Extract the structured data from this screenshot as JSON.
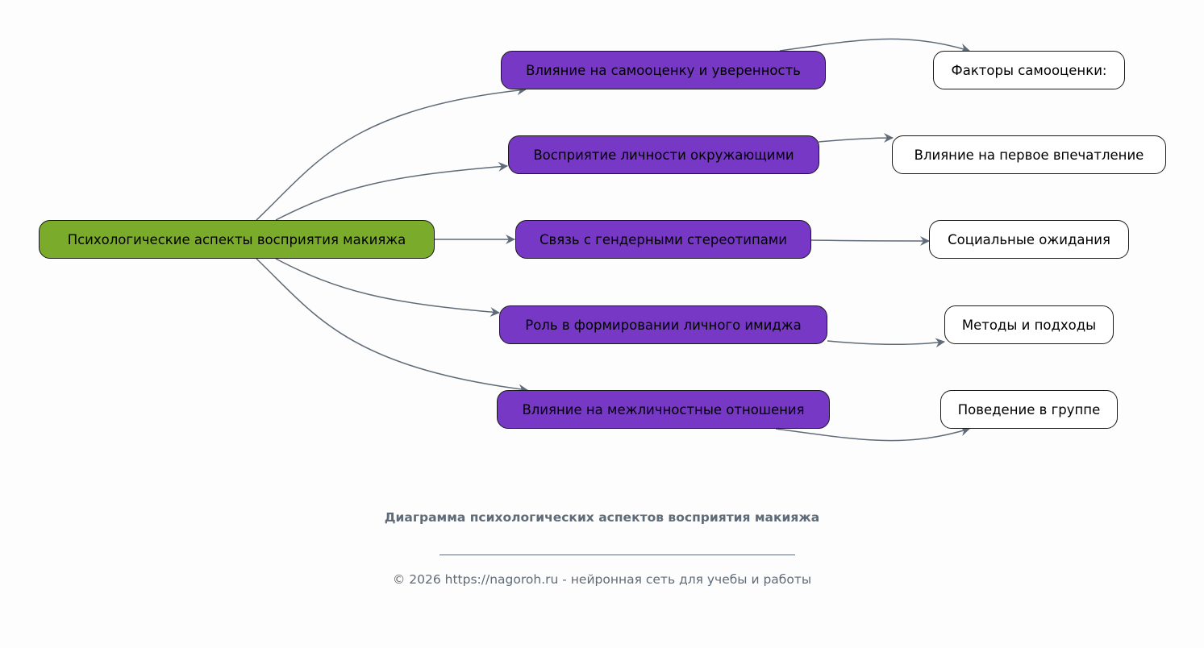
{
  "diagram": {
    "root": {
      "id": "root",
      "label": "Психологические аспекты восприятия макияжа"
    },
    "branches": [
      {
        "id": "b1",
        "label": "Влияние на самооценку и уверенность",
        "child": {
          "id": "l1",
          "label": "Факторы самооценки:"
        }
      },
      {
        "id": "b2",
        "label": "Восприятие личности окружающими",
        "child": {
          "id": "l2",
          "label": "Влияние на первое впечатление"
        }
      },
      {
        "id": "b3",
        "label": "Связь с гендерными стереотипами",
        "child": {
          "id": "l3",
          "label": "Социальные ожидания"
        }
      },
      {
        "id": "b4",
        "label": "Роль в формировании личного имиджа",
        "child": {
          "id": "l4",
          "label": "Методы и подходы"
        }
      },
      {
        "id": "b5",
        "label": "Влияние на межличностные отношения",
        "child": {
          "id": "l5",
          "label": "Поведение в группе"
        }
      }
    ],
    "edges": [
      {
        "from": "root",
        "to": "b1"
      },
      {
        "from": "root",
        "to": "b2"
      },
      {
        "from": "root",
        "to": "b3"
      },
      {
        "from": "root",
        "to": "b4"
      },
      {
        "from": "root",
        "to": "b5"
      },
      {
        "from": "b1",
        "to": "l1"
      },
      {
        "from": "b2",
        "to": "l2"
      },
      {
        "from": "b3",
        "to": "l3"
      },
      {
        "from": "b4",
        "to": "l4"
      },
      {
        "from": "b5",
        "to": "l5"
      }
    ]
  },
  "caption": {
    "title": "Диаграмма психологических аспектов восприятия макияжа",
    "footer": "© 2026 https://nagoroh.ru - нейронная сеть для учебы и работы"
  },
  "colors": {
    "background": "#fdfdfd",
    "root_fill": "#7aab2a",
    "branch_fill": "#7638c5",
    "leaf_fill": "#ffffff",
    "edge": "#5f6b78",
    "caption_text": "#5f6b78"
  }
}
